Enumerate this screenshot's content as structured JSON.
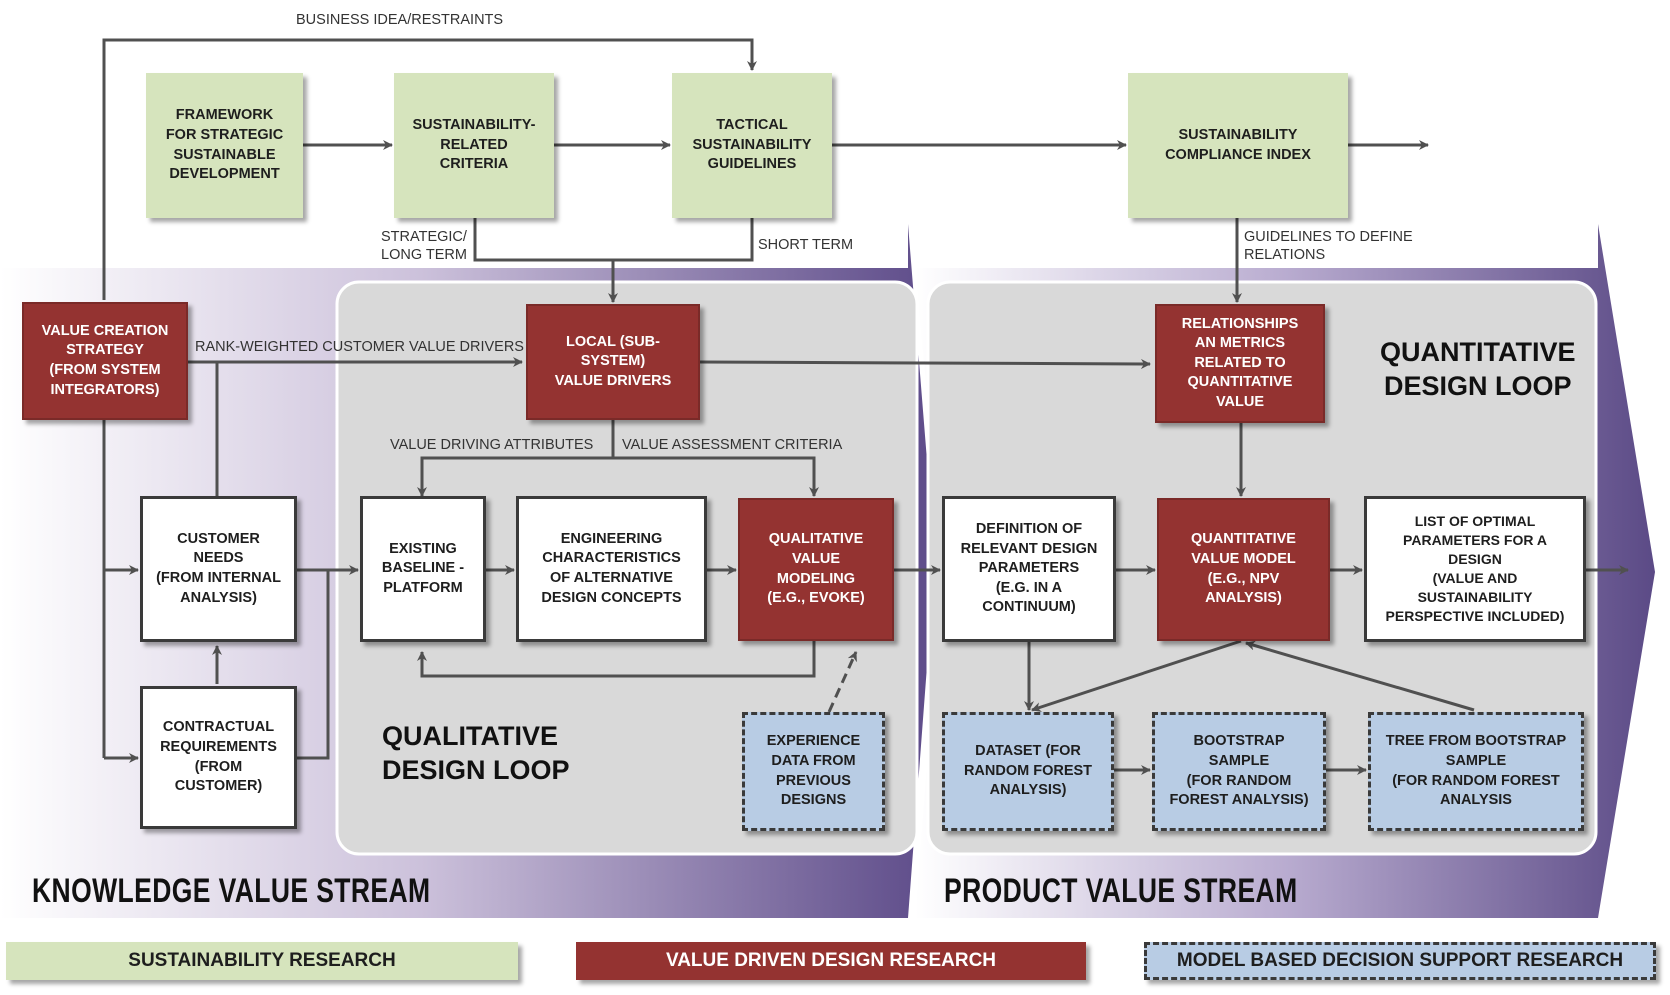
{
  "boxes": {
    "framework": "FRAMEWORK\nFOR STRATEGIC\nSUSTAINABLE\nDEVELOPMENT",
    "criteria": "SUSTAINABILITY-\nRELATED\nCRITERIA",
    "tactical": "TACTICAL\nSUSTAINABILITY\nGUIDELINES",
    "compliance": "SUSTAINABILITY\nCOMPLIANCE INDEX",
    "value_creation": "VALUE CREATION\nSTRATEGY\n(FROM SYSTEM\nINTEGRATORS)",
    "local_drivers": "LOCAL (SUB-\nSYSTEM)\nVALUE DRIVERS",
    "relationships": "RELATIONSHIPS\nAN METRICS\nRELATED TO\nQUANTITATIVE\nVALUE",
    "customer_needs": "CUSTOMER\nNEEDS\n(FROM INTERNAL\nANALYSIS)",
    "contractual": "CONTRACTUAL\nREQUIREMENTS\n(FROM\nCUSTOMER)",
    "existing_baseline": "EXISTING\nBASELINE -\nPLATFORM",
    "engineering": "ENGINEERING\nCHARACTERISTICS\nOF ALTERNATIVE\nDESIGN CONCEPTS",
    "qualitative_model": "QUALITATIVE\nVALUE\nMODELING\n(E.G., EVOKE)",
    "experience": "EXPERIENCE\nDATA FROM\nPREVIOUS\nDESIGNS",
    "definition": "DEFINITION OF\nRELEVANT DESIGN\nPARAMETERS\n(E.G. IN A\nCONTINUUM)",
    "quantitative_model": "QUANTITATIVE\nVALUE MODEL\n(E.G., NPV\nANALYSIS)",
    "optimal_list": "LIST OF OPTIMAL\nPARAMETERS FOR A\nDESIGN\n(VALUE AND\nSUSTAINABILITY\nPERSPECTIVE INCLUDED)",
    "dataset": "DATASET (FOR\nRANDOM FOREST\nANALYSIS)",
    "bootstrap": "BOOTSTRAP\nSAMPLE\n(FOR RANDOM\nFOREST ANALYSIS)",
    "tree": "TREE FROM BOOTSTRAP\nSAMPLE\n(FOR RANDOM FOREST\nANALYSIS"
  },
  "labels": {
    "business_idea": "BUSINESS IDEA/RESTRAINTS",
    "strategic_long": "STRATEGIC/\nLONG TERM",
    "short_term": "SHORT TERM",
    "guidelines_define": "GUIDELINES TO DEFINE\nRELATIONS",
    "rank_weighted": "RANK-WEIGHTED CUSTOMER VALUE DRIVERS",
    "value_driving": "VALUE DRIVING ATTRIBUTES",
    "value_assessment": "VALUE ASSESSMENT CRITERIA"
  },
  "loops": {
    "qualitative": "QUALITATIVE\nDESIGN LOOP",
    "quantitative": "QUANTITATIVE\nDESIGN LOOP"
  },
  "streams": {
    "knowledge": "KNOWLEDGE VALUE STREAM",
    "product": "PRODUCT VALUE STREAM"
  },
  "legend": {
    "sustainability": "SUSTAINABILITY RESEARCH",
    "value_driven": "VALUE DRIVEN DESIGN RESEARCH",
    "model_based": "MODEL BASED DECISION SUPPORT RESEARCH"
  },
  "colors": {
    "sustainability": "#d6e4bd",
    "value_driven": "#943331",
    "model_based": "#b8cce4",
    "stream_purple": "#5b4a86"
  }
}
